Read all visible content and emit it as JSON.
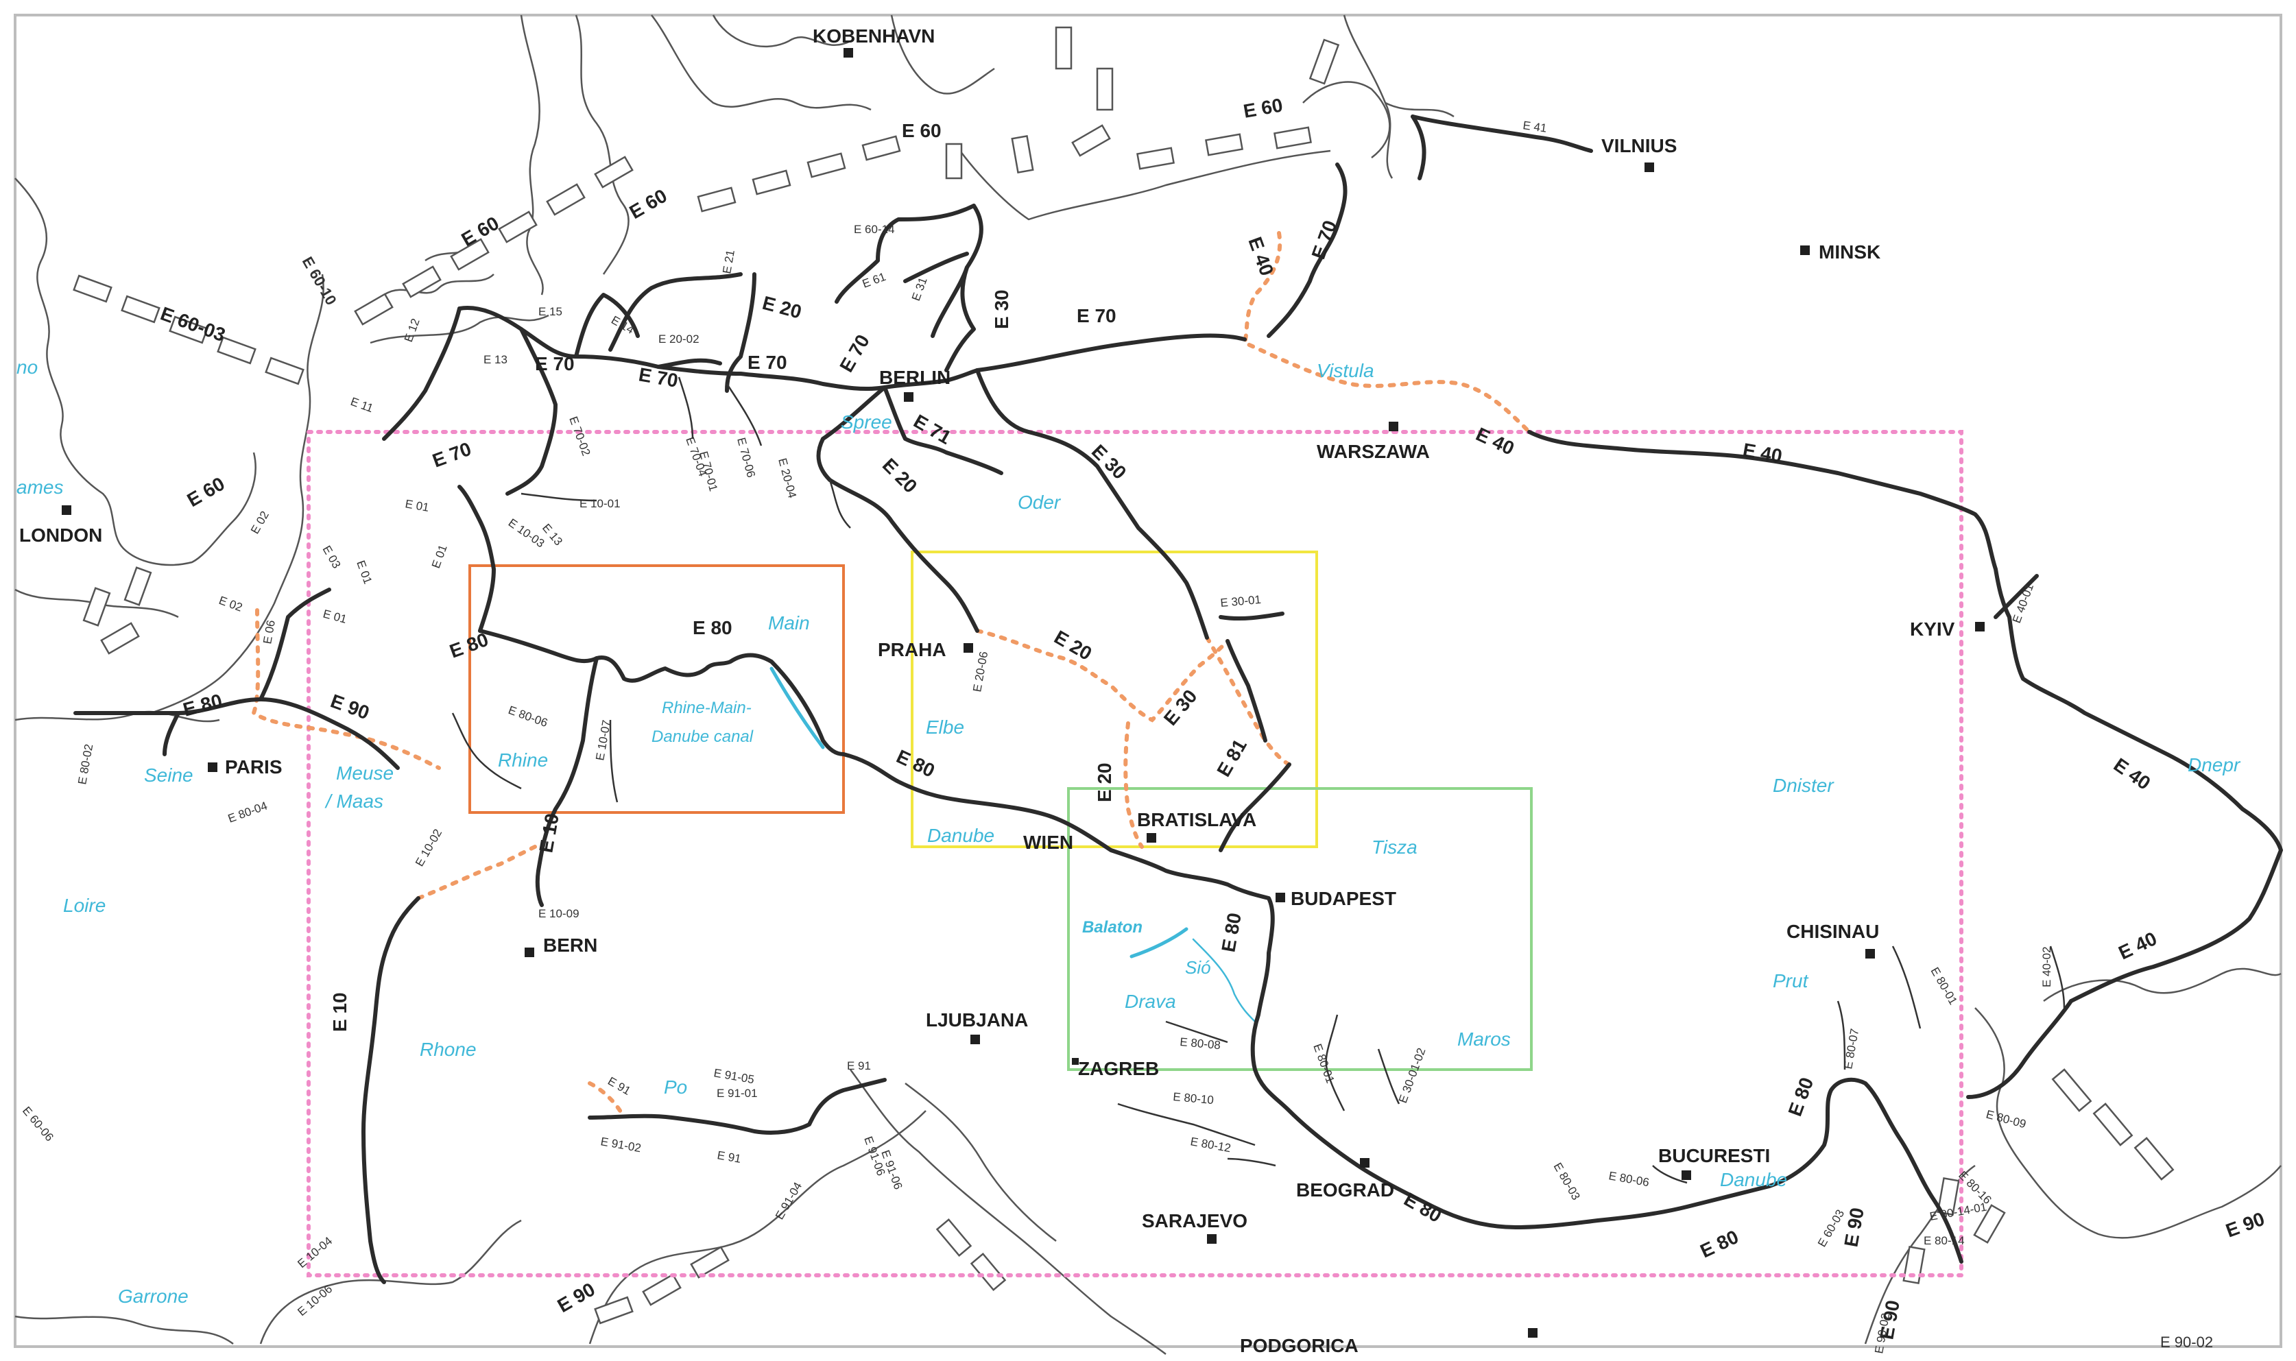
{
  "colors": {
    "waterway": "#2b2b2b",
    "planned": "#f09a64",
    "river": "#3fb8d8",
    "coast": "#555555",
    "study_area": "#f08cc8",
    "box_rhine_main": "#e8783c",
    "box_elbe_oder": "#f2e640",
    "box_danube_tisza": "#8fd68a"
  },
  "cities": [
    {
      "name": "KOBENHAVN"
    },
    {
      "name": "VILNIUS"
    },
    {
      "name": "MINSK"
    },
    {
      "name": "BERLIN"
    },
    {
      "name": "WARSZAWA"
    },
    {
      "name": "LONDON"
    },
    {
      "name": "PRAHA"
    },
    {
      "name": "KYIV"
    },
    {
      "name": "PARIS"
    },
    {
      "name": "BRATISLAVA"
    },
    {
      "name": "WIEN"
    },
    {
      "name": "BUDAPEST"
    },
    {
      "name": "BERN"
    },
    {
      "name": "CHISINAU"
    },
    {
      "name": "LJUBJANA"
    },
    {
      "name": "ZAGREB"
    },
    {
      "name": "BUCURESTI"
    },
    {
      "name": "BEOGRAD"
    },
    {
      "name": "SARAJEVO"
    },
    {
      "name": "PODGORICA"
    }
  ],
  "routes_major": [
    "E 60",
    "E 60",
    "E 60",
    "E 60",
    "E 60",
    "E 60-03",
    "E 60-10",
    "E 20",
    "E 70",
    "E 70",
    "E 70",
    "E 70",
    "E 70",
    "E 30",
    "E 70",
    "E 40",
    "E 40",
    "E 40",
    "E 40",
    "E 40",
    "E 70",
    "E 71",
    "E 20",
    "E 30",
    "E 80",
    "E 80",
    "E 80",
    "E 90",
    "E 20",
    "E 30",
    "E 20",
    "E 81",
    "E 10",
    "E 80",
    "E 10",
    "E 80",
    "E 80",
    "E 80",
    "E 90",
    "E 90",
    "E 90",
    "E 80",
    "E 90"
  ],
  "routes_minor": [
    "E 41",
    "E 60-14",
    "E 61",
    "E 31",
    "E 21",
    "E 15",
    "E 14",
    "E 20-02",
    "E 13",
    "E 12",
    "E 11",
    "E 70-02",
    "E 70-04",
    "E 70-01",
    "E 70-06",
    "E 20-04",
    "E 10-01",
    "E 13",
    "E 10-03",
    "E 02",
    "E 03",
    "E 01",
    "E 01",
    "E 01",
    "E 01",
    "E 02",
    "E 06",
    "E 80-02",
    "E 80-04",
    "E 80-06",
    "E 10-07",
    "E 30-01",
    "E 20-06",
    "E 40-01",
    "E 10-02",
    "E 10-09",
    "E 91",
    "E 91-02",
    "E 91-05",
    "E 91-01",
    "E 91",
    "E 91",
    "E 91-04",
    "E 91-06",
    "E 91-06",
    "E 80-08",
    "E 80-10",
    "E 80-12",
    "E 80-01",
    "E 30-01-02",
    "E 80-03",
    "E 80-06",
    "E 80-07",
    "E 40-02",
    "E 80-01",
    "E 80-09",
    "E 80-16",
    "E 80-14-01",
    "E 80-14",
    "E 60-06",
    "E 10-04",
    "E 10-06",
    "E 90-02",
    "E 60-03",
    "E 90-02"
  ],
  "rivers": [
    "ames",
    "no",
    "Vistula",
    "Spree",
    "Oder",
    "Main",
    "Rhine-Main-",
    "Danube canal",
    "Rhine",
    "Elbe",
    "Seine",
    "Meuse",
    "/ Maas",
    "Danube",
    "Tisza",
    "Dnister",
    "Dnepr",
    "Loire",
    "Balaton",
    "Sió",
    "Drava",
    "Maros",
    "Prut",
    "Rhone",
    "Po",
    "Danube",
    "Garrone"
  ]
}
